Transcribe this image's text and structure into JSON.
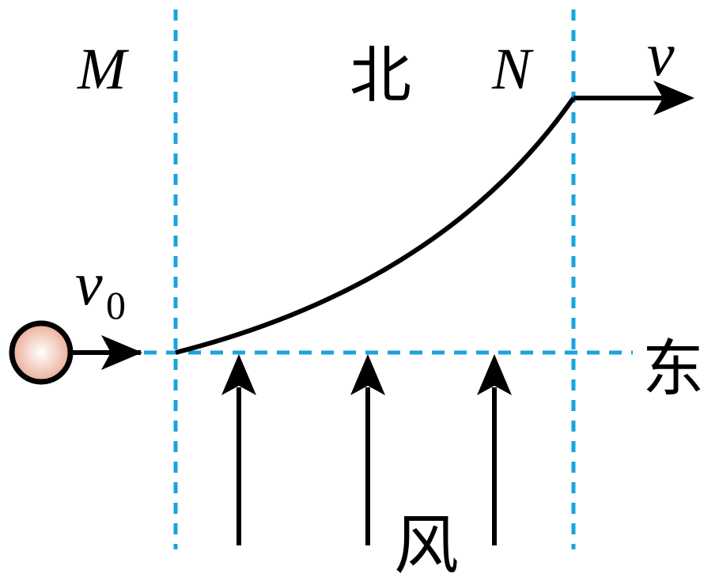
{
  "labels": {
    "M": "M",
    "N": "N",
    "north": "北",
    "east": "东",
    "wind": "风",
    "v": "v",
    "v0_main": "v",
    "v0_sub": "0"
  },
  "colors": {
    "dashed": "#1aa3dc",
    "ball": "#e9a58c",
    "ink": "#000000"
  }
}
